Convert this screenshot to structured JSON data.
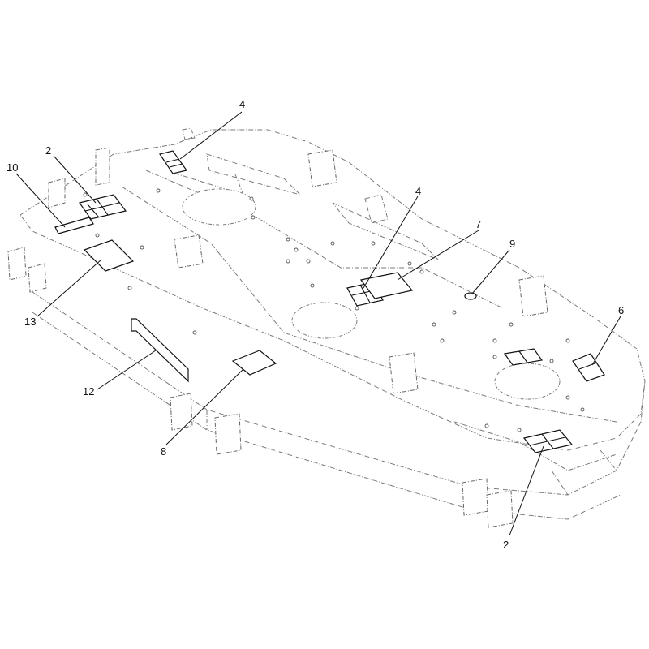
{
  "callouts": [
    {
      "id": "c2a",
      "label": "2"
    },
    {
      "id": "c2b",
      "label": "2"
    },
    {
      "id": "c4a",
      "label": "4"
    },
    {
      "id": "c4b",
      "label": "4"
    },
    {
      "id": "c6",
      "label": "6"
    },
    {
      "id": "c7",
      "label": "7"
    },
    {
      "id": "c8",
      "label": "8"
    },
    {
      "id": "c9",
      "label": "9"
    },
    {
      "id": "c10",
      "label": "10"
    },
    {
      "id": "c12",
      "label": "12"
    },
    {
      "id": "c13",
      "label": "13"
    }
  ]
}
